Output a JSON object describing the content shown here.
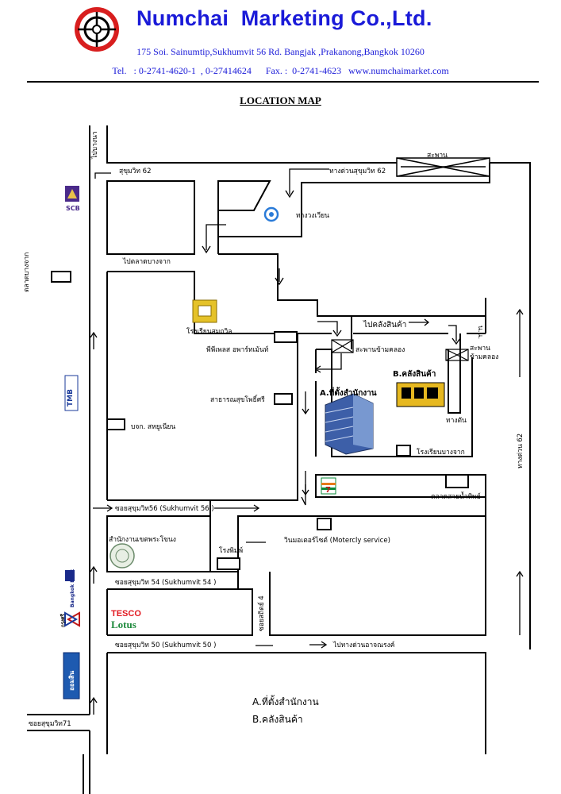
{
  "header": {
    "company": "Numchai  Marketing Co.,Ltd.",
    "address": "175 Soi. Sainumtip,Sukhumvit 56 Rd.  Bangjak ,Prakanong,Bangkok 10260",
    "contact": "Tel.   : 0-2741-4620-1  , 0-27414624      Fax. :  0-2741-4623   www.numchaimarket.com"
  },
  "map": {
    "title": "LOCATION MAP",
    "labels": {
      "to_bangna": "ไปบางนา",
      "sukhumvit62": "สุขุมวิท 62",
      "expressway62": "ทางด่วนสุขุมวิท 62",
      "bridge": "สะพาน",
      "roundabout": "ทางวงเวียน",
      "to_bangchak_market": "ไปตลาดบางจาก",
      "bangchak_market": "ตลาดบางจาก",
      "school_name": "โรงเรียนสมถวิล",
      "pp_apartment": "พีพีเพลส อพาร์ทเม้นท์",
      "to_warehouse": "ไปคลังสินค้า",
      "canal_bridge": "สะพานข้ามคลอง",
      "bridge_cross": "สะพาน\nข้ามคลอง",
      "nn": "น.น.",
      "warehouse_b": "B.คลังสินค้า",
      "office_a": "A.ที่ตั้งสำนักงาน",
      "health_center": "สาธารณสุขโพธิ์ศรี",
      "dead_end": "ทางตัน",
      "company_sahu": "บจก. สหยูเนียน",
      "bangchak_school": "โรงเรียนบางจาก",
      "expressway_right": "ทางด่วน 62",
      "market_namthip": "ตลาดสายน้ำทิพย์",
      "soi56": "ซอยสุขุมวิท56 (Sukhumvit 56 )",
      "district_office": "สำนักงานเขตพระโขนง",
      "motorcycle": "วินมอเตอร์ไซต์ (Motercly service)",
      "printing": "โรงพิมพ์",
      "soi54": "ซอยสุขุมวิท 54 (Sukhumvit 54 )",
      "soi_sathit4": "ซอยสถิตย์ 4",
      "soi50": "ซอยสุขุมวิท 50 (Sukhumvit 50 )",
      "to_expressway_ajnarong": "ไปทางด่วนอาจณรงค์",
      "soi71": "ซอยสุขุมวิท71"
    },
    "banks": {
      "scb": "SCB",
      "tmb": "TMB",
      "bangkok_bank": "Bangkok Bank",
      "krungsri": "กรุงศรี",
      "gsb": "ออมสิน"
    },
    "brands": {
      "tesco": "TESCO",
      "lotus": "Lotus"
    },
    "legend": {
      "a": "A.ที่ตั้งสำนักงาน",
      "b": "B.คลังสินค้า"
    }
  },
  "colors": {
    "brand_blue": "#1a1ad8",
    "logo_red": "#d81e1e",
    "seven_green": "#0a8a3a",
    "tesco_red": "#e21b22",
    "lotus_green": "#1e8a3c"
  }
}
